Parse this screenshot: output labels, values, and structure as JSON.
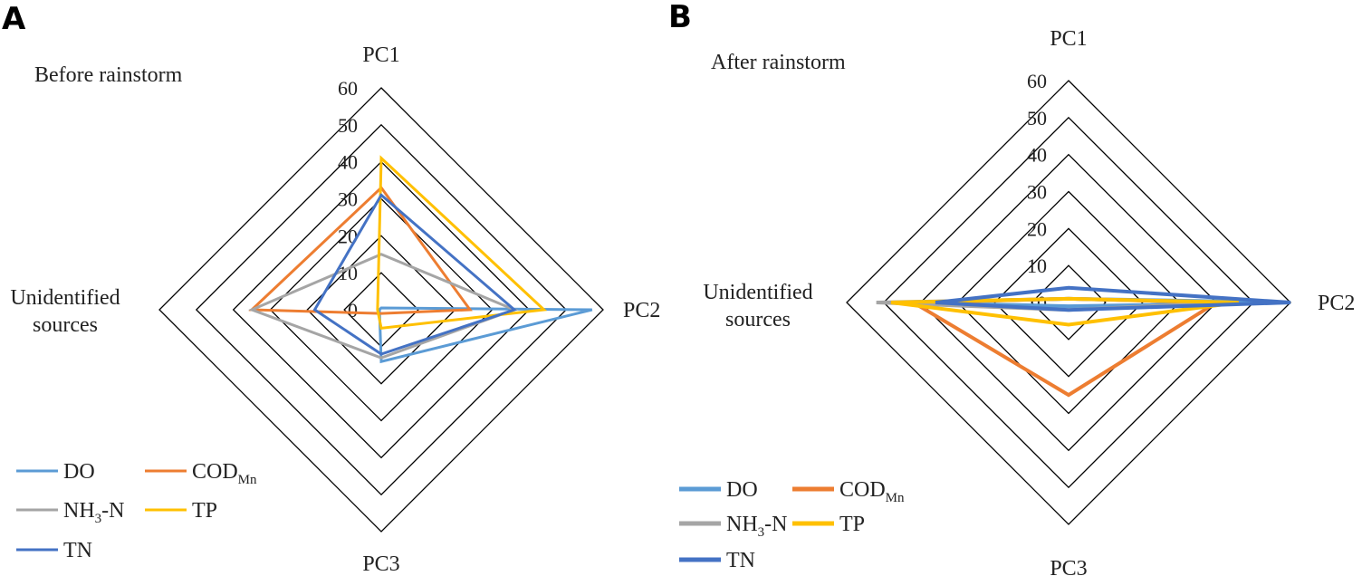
{
  "chart_data": [
    {
      "panel": "A",
      "type": "radar",
      "subtitle": "Before rainstorm",
      "axes": [
        "PC1",
        "PC2",
        "PC3",
        "Unidentified sources"
      ],
      "rlim": [
        0,
        60
      ],
      "ticks": [
        "0",
        "10",
        "20",
        "30",
        "40",
        "50",
        "60"
      ],
      "series": [
        {
          "name": "DO",
          "color": "#5b9bd5",
          "values": [
            0.5,
            57,
            14,
            0.5
          ]
        },
        {
          "name": "CODMn",
          "color": "#ed7d31",
          "values": [
            33,
            24,
            1,
            35
          ]
        },
        {
          "name": "NH3-N",
          "color": "#a5a5a5",
          "values": [
            15,
            36,
            13,
            35
          ]
        },
        {
          "name": "TP",
          "color": "#ffc000",
          "values": [
            41,
            44,
            5,
            1
          ]
        },
        {
          "name": "TN",
          "color": "#4472c4",
          "values": [
            31,
            36,
            12,
            18
          ]
        }
      ]
    },
    {
      "panel": "B",
      "type": "radar",
      "subtitle": "After rainstorm",
      "axes": [
        "PC1",
        "PC2",
        "PC3",
        "Unidentified sources"
      ],
      "rlim": [
        0,
        60
      ],
      "ticks": [
        "0",
        "10",
        "20",
        "30",
        "40",
        "50",
        "60"
      ],
      "series": [
        {
          "name": "DO",
          "color": "#5b9bd5",
          "values": [
            1,
            60,
            1,
            45
          ]
        },
        {
          "name": "CODMn",
          "color": "#ed7d31",
          "values": [
            1,
            40,
            25,
            42
          ]
        },
        {
          "name": "NH3-N",
          "color": "#a5a5a5",
          "values": [
            1,
            45,
            2,
            52
          ]
        },
        {
          "name": "TP",
          "color": "#ffc000",
          "values": [
            1,
            46,
            6,
            48
          ]
        },
        {
          "name": "TN",
          "color": "#4472c4",
          "values": [
            4,
            60,
            2,
            36
          ]
        }
      ]
    }
  ],
  "legend": [
    {
      "name": "DO",
      "color": "#5b9bd5",
      "main": "DO",
      "sub": ""
    },
    {
      "name": "CODMn",
      "color": "#ed7d31",
      "main": "COD",
      "sub": "Mn",
      "suffix": ""
    },
    {
      "name": "NH3-N",
      "color": "#a5a5a5",
      "main": "NH",
      "sub": "3",
      "suffix": "-N"
    },
    {
      "name": "TP",
      "color": "#ffc000",
      "main": "TP",
      "sub": ""
    },
    {
      "name": "TN",
      "color": "#4472c4",
      "main": "TN",
      "sub": ""
    }
  ]
}
